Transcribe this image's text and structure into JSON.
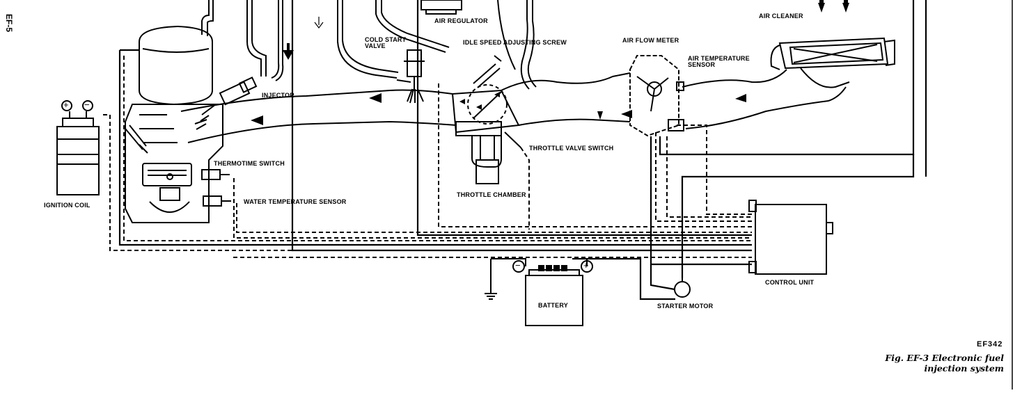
{
  "page": {
    "page_number": "EF-5",
    "figure_code": "EF342",
    "caption_line1": "Fig. EF-3  Electronic fuel",
    "caption_line2": "injection system"
  },
  "labels": {
    "air_regulator": "AIR REGULATOR",
    "air_cleaner": "AIR CLEANER",
    "cold_start_valve": "COLD START\nVALVE",
    "idle_speed_screw": "IDLE SPEED ADJUSTING SCREW",
    "air_flow_meter": "AIR FLOW METER",
    "air_temp_sensor": "AIR TEMPERATURE\nSENSOR",
    "injector": "INJECTOR",
    "ignition_coil": "IGNITION COIL",
    "thermotime_switch": "THERMOTIME SWITCH",
    "water_temp_sensor": "WATER TEMPERATURE SENSOR",
    "throttle_valve_switch": "THROTTLE VALVE SWITCH",
    "throttle_chamber": "THROTTLE CHAMBER",
    "battery": "BATTERY",
    "starter_motor": "STARTER MOTOR",
    "control_unit": "CONTROL UNIT"
  },
  "symbols": {
    "plus": "+",
    "minus": "−"
  }
}
